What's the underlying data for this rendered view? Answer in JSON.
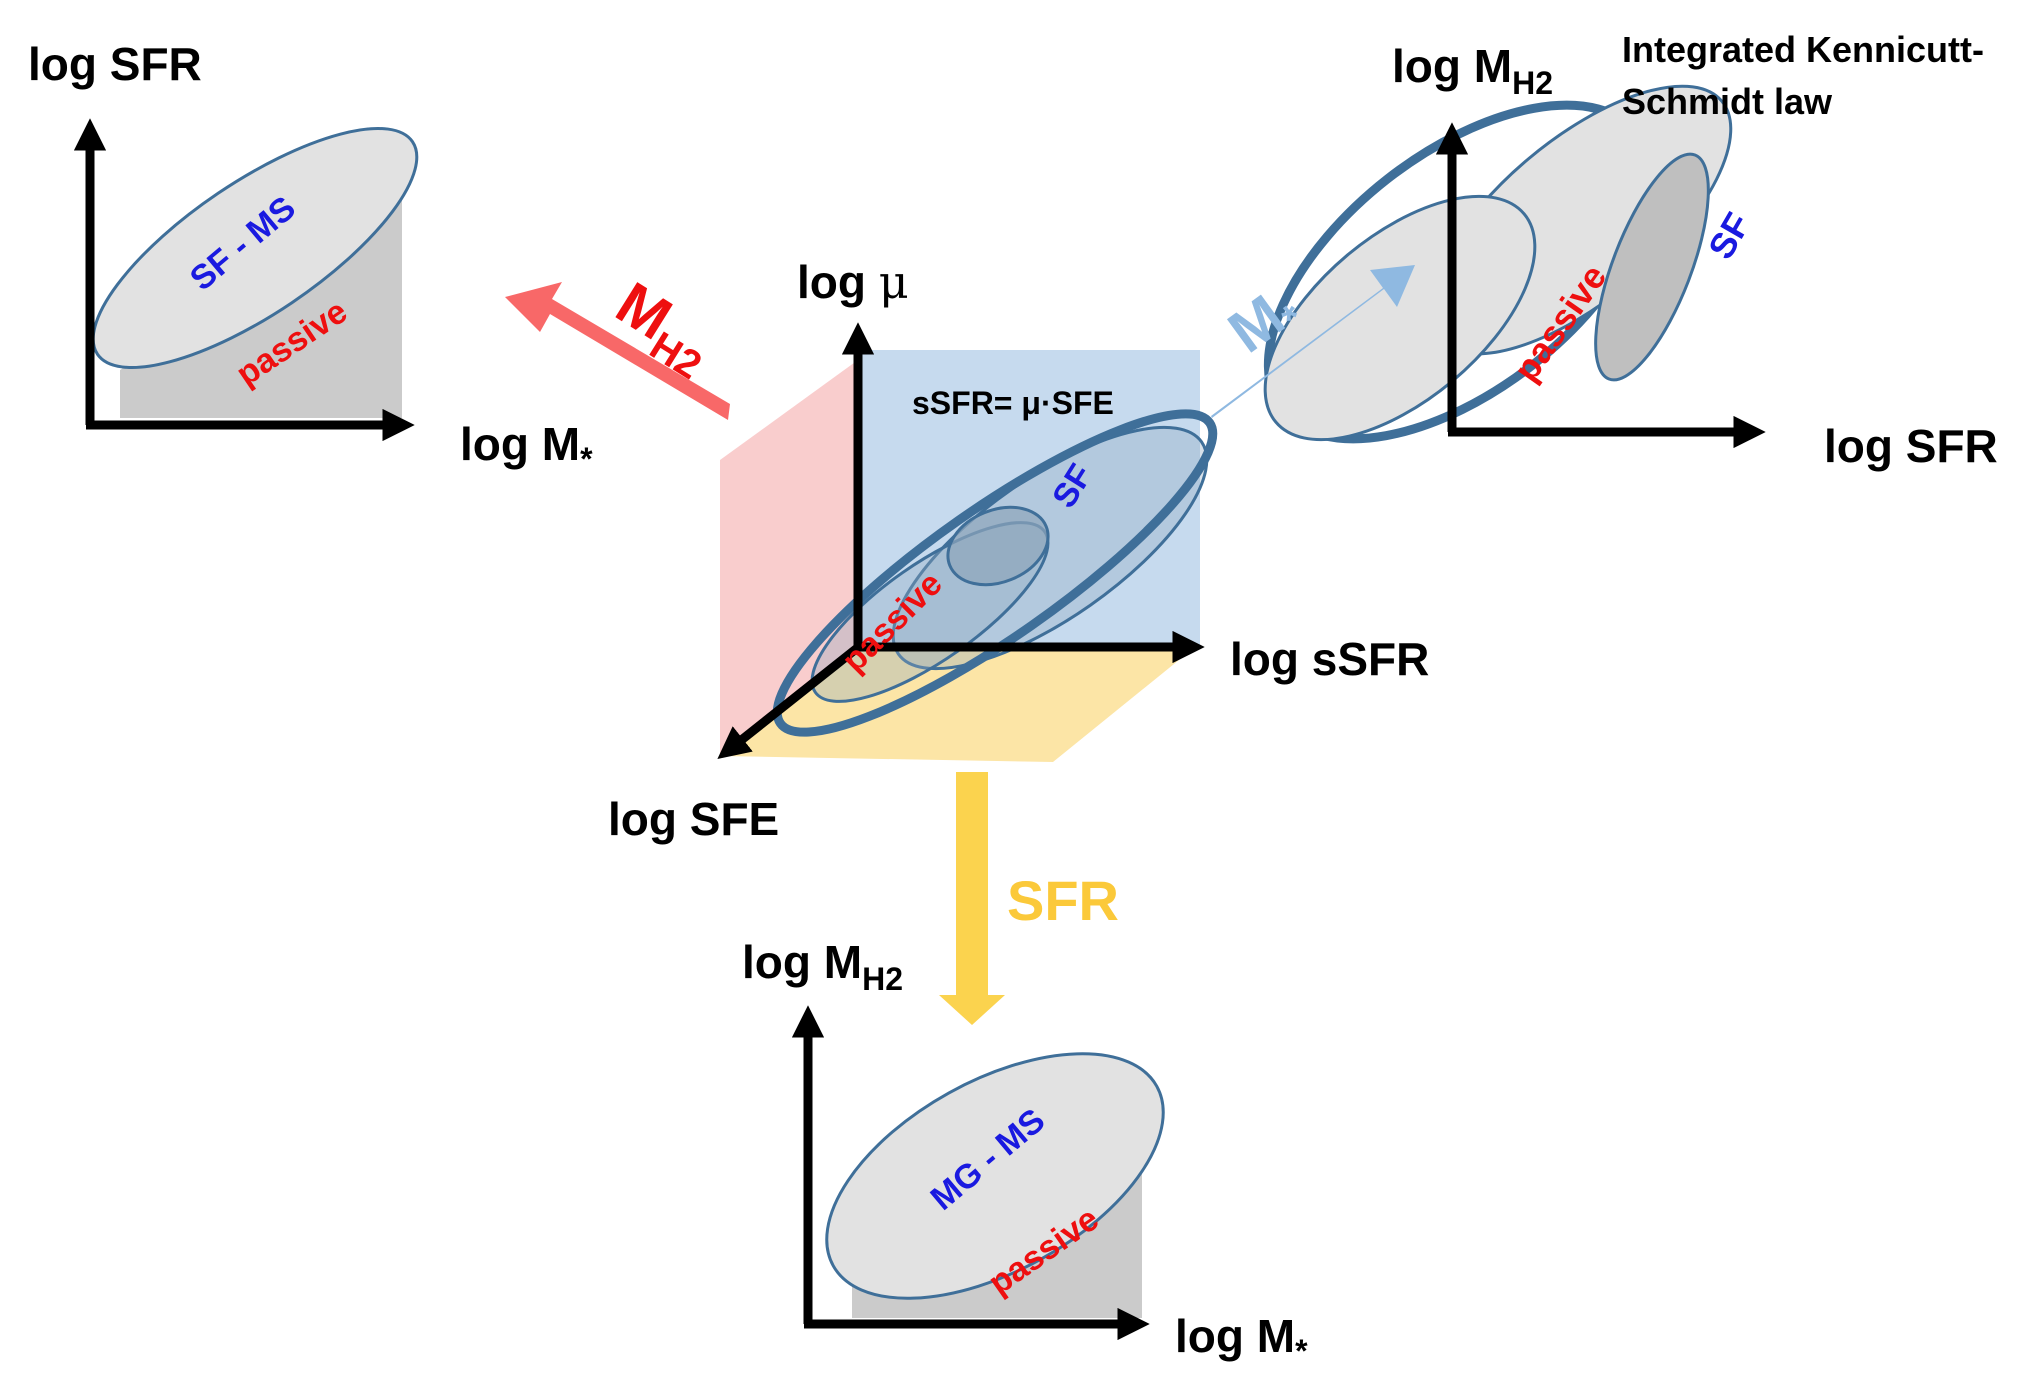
{
  "colors": {
    "axis": "#000000",
    "ellipse_stroke": "#3f6f99",
    "ellipse_fill": "#e2e2e2",
    "passive_shadow": "#cbcbcb",
    "sf_label": "#1a1ae0",
    "passive_label": "#ee0f0f",
    "mh2_arrow": "#f86868",
    "mh2_label": "#ee0f0f",
    "mstar_arrow": "#8fb9e1",
    "mstar_label": "#8fb9e1",
    "sfr_arrow": "#fbd34e",
    "sfr_label": "#fbc93a",
    "plane_red": "#f9cdcd",
    "plane_blue": "#c6daee",
    "plane_yellow": "#fce5a6"
  },
  "top_left_plot": {
    "y_axis_label": "log SFR",
    "x_axis_label_main": "log M",
    "x_axis_label_sub": "*",
    "sequence_label": "SF - MS",
    "passive_label": "passive"
  },
  "top_right_plot": {
    "y_axis_label_main": "log M",
    "y_axis_label_sub": "H2",
    "x_axis_label": "log SFR",
    "title_line1": "Integrated Kennicutt-",
    "title_line2": "Schmidt law",
    "sf_label": "SF",
    "passive_label": "passive"
  },
  "center_cube": {
    "y_axis_label_main": "log ",
    "y_axis_label_symbol": "μ",
    "x_axis_label": "log sSFR",
    "z_axis_label": "log SFE",
    "relation_label": "sSFR= μ·SFE",
    "sf_label": "SF",
    "passive_label": "passive"
  },
  "bottom_plot": {
    "y_axis_label_main": "log M",
    "y_axis_label_sub": "H2",
    "x_axis_label_main": "log M",
    "x_axis_label_sub": "*",
    "sequence_label": "MG - MS",
    "passive_label": "passive"
  },
  "projection_arrows": {
    "mh2": {
      "main": "M",
      "sub": "H2"
    },
    "mstar": {
      "main": "M",
      "sub": "*"
    },
    "sfr": {
      "label": "SFR"
    }
  }
}
